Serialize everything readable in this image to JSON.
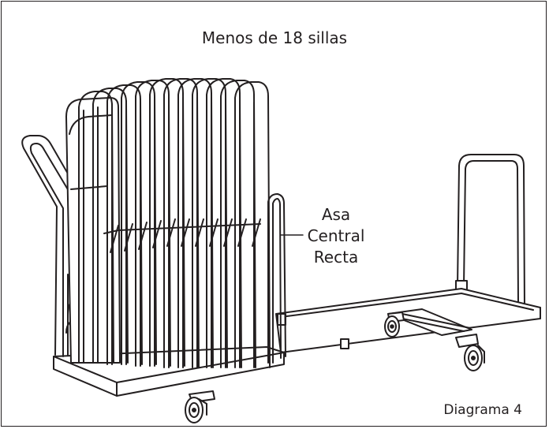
{
  "diagram": {
    "title": "Menos de 18 sillas",
    "callout": {
      "lines": [
        "Asa",
        "Central",
        "Recta"
      ]
    },
    "figure_label": "Diagrama 4"
  },
  "colors": {
    "ink": "#231f20",
    "background": "#ffffff"
  }
}
